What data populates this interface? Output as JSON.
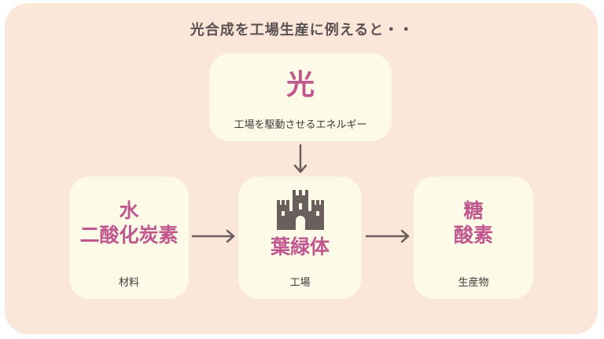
{
  "title": "光合成を工場生産に例えると・・",
  "top": {
    "name": "光",
    "sub": "工場を駆動させるエネルギー"
  },
  "left": {
    "line1": "水",
    "line2": "二酸化炭素",
    "sub": "材料"
  },
  "center": {
    "name": "葉緑体",
    "sub": "工場",
    "icon": "castle-icon"
  },
  "right": {
    "line1": "糖",
    "line2": "酸素",
    "sub": "生産物"
  },
  "colors": {
    "background": "#fbe6da",
    "card": "#fefae8",
    "accent": "#c0588f",
    "arrow": "#6b5f5e",
    "icon": "#6b5f5e"
  }
}
